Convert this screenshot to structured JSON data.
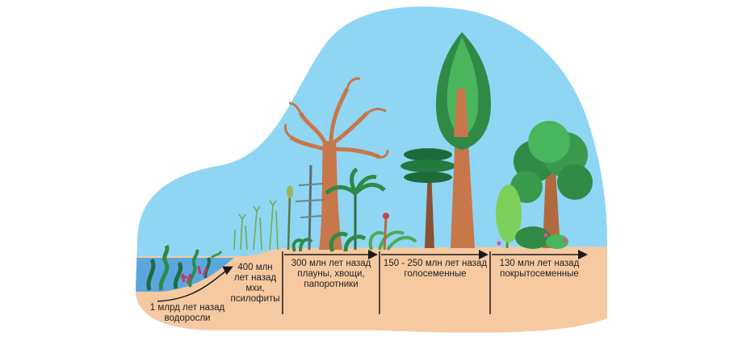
{
  "stages": [
    {
      "period": "1 млрд лет назад",
      "lines": [
        "водоросли"
      ]
    },
    {
      "period": "400 млн",
      "lines": [
        "лет назад",
        "мхи,",
        "псилофиты"
      ]
    },
    {
      "period": "300 млн лет назад",
      "lines": [
        "плауны, хвощи,",
        "папоротники"
      ]
    },
    {
      "period": "150 - 250 млн лет назад",
      "lines": [
        "голосеменные"
      ]
    },
    {
      "period": "130 млн лет назад",
      "lines": [
        "покрытосеменные"
      ]
    }
  ],
  "colors": {
    "sky": "#8fd6f5",
    "ground": "#f6c9a1",
    "water": "#5aa7e0",
    "arrow": "#1a1a1a",
    "trunk": "#c7774a",
    "foliage_dark": "#1f7d3f",
    "foliage_light": "#49b55c"
  }
}
